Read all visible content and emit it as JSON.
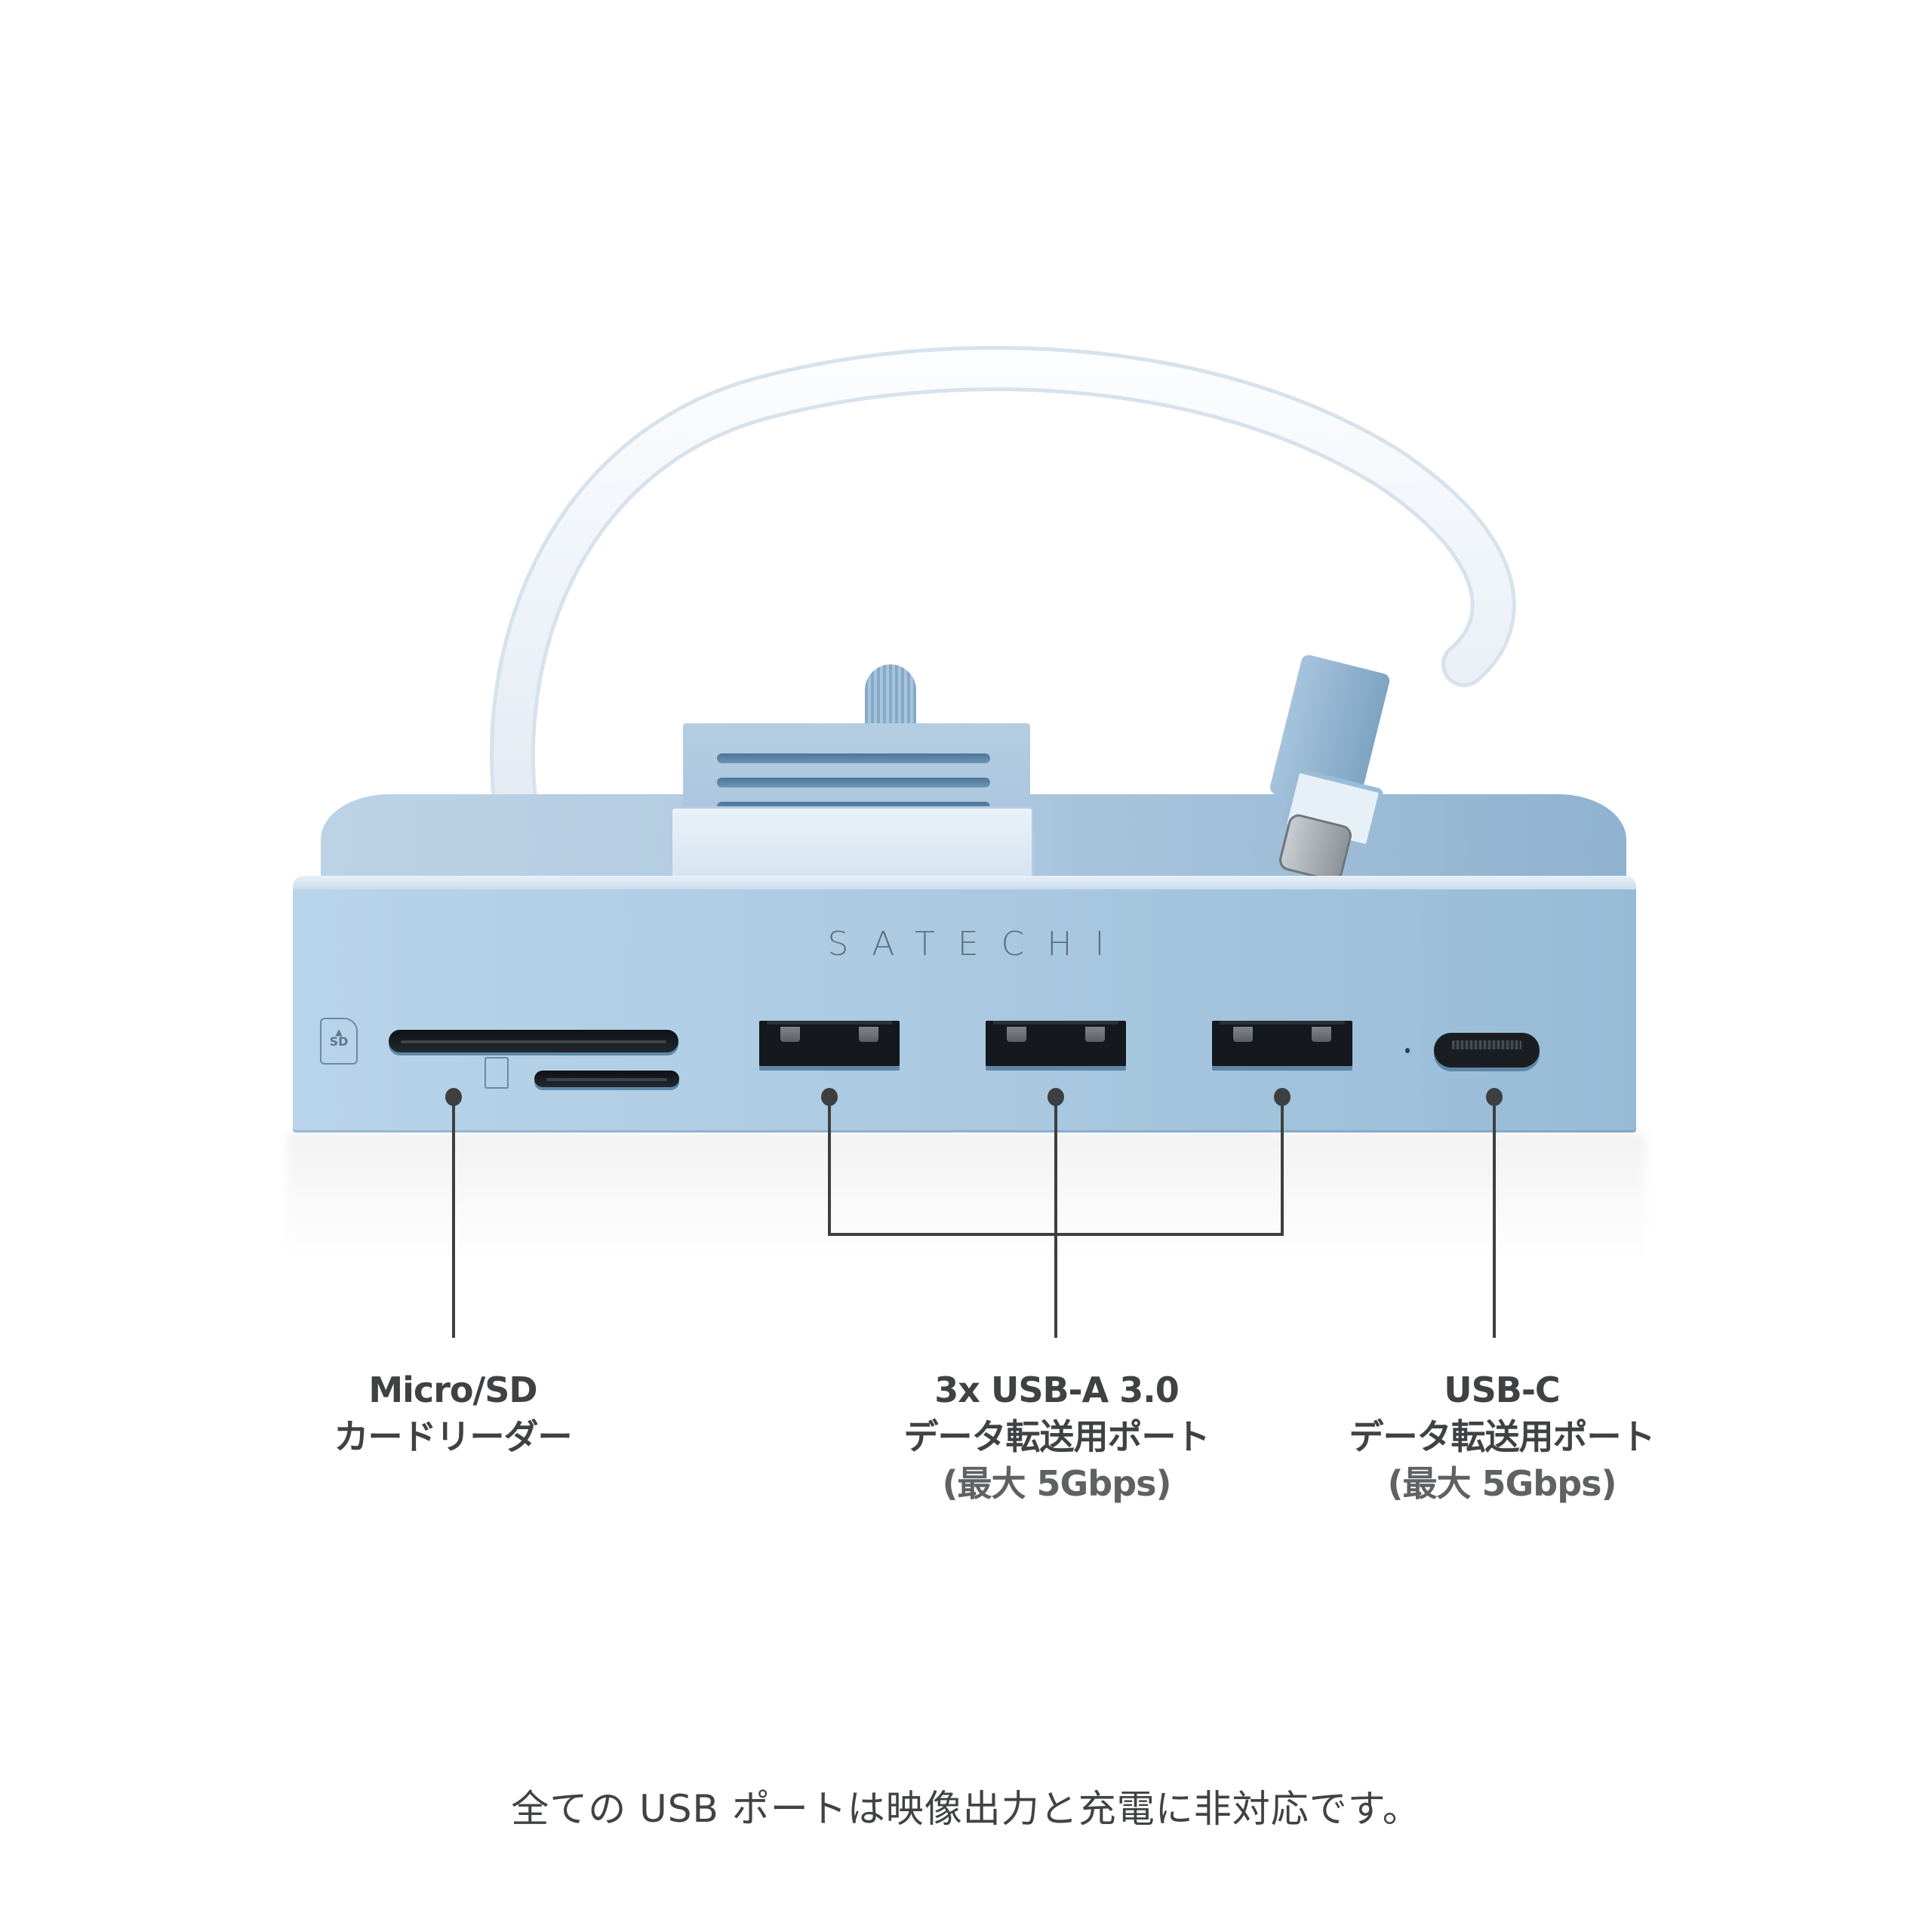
{
  "product": {
    "brand": "SATECHI",
    "colors": {
      "body_accent": "#a9c8e0",
      "cable": "#f3f6fa",
      "callout_line": "#3e3f41",
      "label_text": "#3f4143",
      "background": "#ffffff"
    },
    "port_icons": {
      "sd_card": "SD",
      "microsd_card": "microsd-card-icon"
    }
  },
  "callouts": [
    {
      "id": "card-reader",
      "title": "Micro/SD",
      "line2": "カードリーダー",
      "line3": ""
    },
    {
      "id": "usb-a",
      "title": "3x USB-A 3.0",
      "line2": "データ転送用ポート",
      "line3": "(最大 5Gbps)"
    },
    {
      "id": "usb-c",
      "title": "USB-C",
      "line2": "データ転送用ポート",
      "line3": "(最大 5Gbps)"
    }
  ],
  "footnote": "全ての USB ポートは映像出力と充電に非対応です。"
}
